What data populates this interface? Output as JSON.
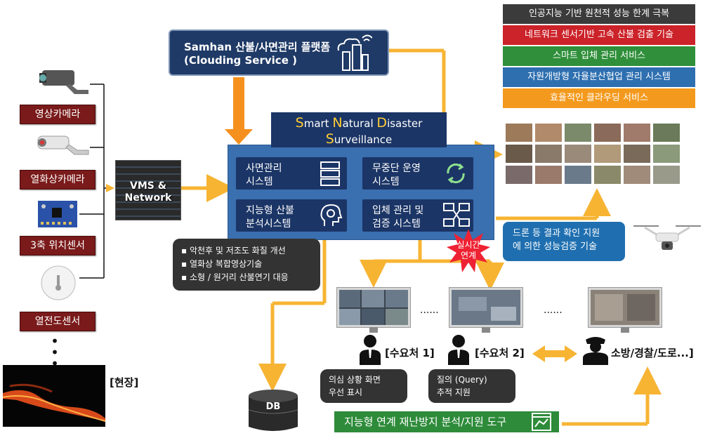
{
  "sensors": {
    "camera": "영상카메라",
    "thermal": "열화상카메라",
    "axis": "3축 위치센서",
    "heat": "열전도센서",
    "dots": "•\n•\n•",
    "site": "[현장]"
  },
  "platform": {
    "line1": "Samhan 산불/사면관리 플랫폼",
    "line2": "(Clouding Service )"
  },
  "snds": {
    "title_S": "S",
    "title_mart": "mart ",
    "title_N": "N",
    "title_atural": "atural ",
    "title_D": "D",
    "title_isaster": "isaster",
    "title_S2": "S",
    "title_urveillance": "urveillance",
    "module1_l1": "사면관리",
    "module1_l2": "시스템",
    "module2_l1": "무중단 운영",
    "module2_l2": "시스템",
    "module3_l1": "지능형 산불",
    "module3_l2": "분석시스템",
    "module4_l1": "입체 관리 및",
    "module4_l2": "검증 시스템"
  },
  "vms": {
    "line1": "VMS &",
    "line2": "Network"
  },
  "analysis_features": [
    "악천후 및 저조도 화질 개선",
    "열화상 복합영상기술",
    "소형 / 원거리  산불연기 대응"
  ],
  "features": [
    {
      "text": "인공지능 기반 원천적 성능 한계 극복",
      "color": "#3b3b3b"
    },
    {
      "text": "네트워크 센서기반 고속 산불 검출 기술",
      "color": "#cc2229"
    },
    {
      "text": "스마트 입체 관리 서비스",
      "color": "#2f8f3a"
    },
    {
      "text": "자원개방형 자율분산협업 관리 시스템",
      "color": "#2e6fb0"
    },
    {
      "text": "효율적인 클라우딩 서비스",
      "color": "#f39a1e"
    }
  ],
  "drone": {
    "line1": "드론 등 결과 확인 지원",
    "line2": "에 의한 성능검증 기술"
  },
  "realtime": {
    "line1": "실시간",
    "line2": "연계"
  },
  "ellipsis": "......",
  "users": {
    "user1": "[수요처 1]",
    "user2": "[수요처 2]",
    "user3": "소방/경찰/도로...]"
  },
  "user1_box": {
    "line1": "의심 상황 화면",
    "line2": "우선 표시"
  },
  "user2_box": {
    "line1": "질의 (Query)",
    "line2": "추적 지원"
  },
  "db": "DB",
  "green_bar": "지능형 연계 재난방지 분석/지원 도구",
  "colors": {
    "arrow": "#f7b433",
    "navy": "#1b3566",
    "mid_blue": "#3a6fb0",
    "fire_red": "#cc2229"
  }
}
